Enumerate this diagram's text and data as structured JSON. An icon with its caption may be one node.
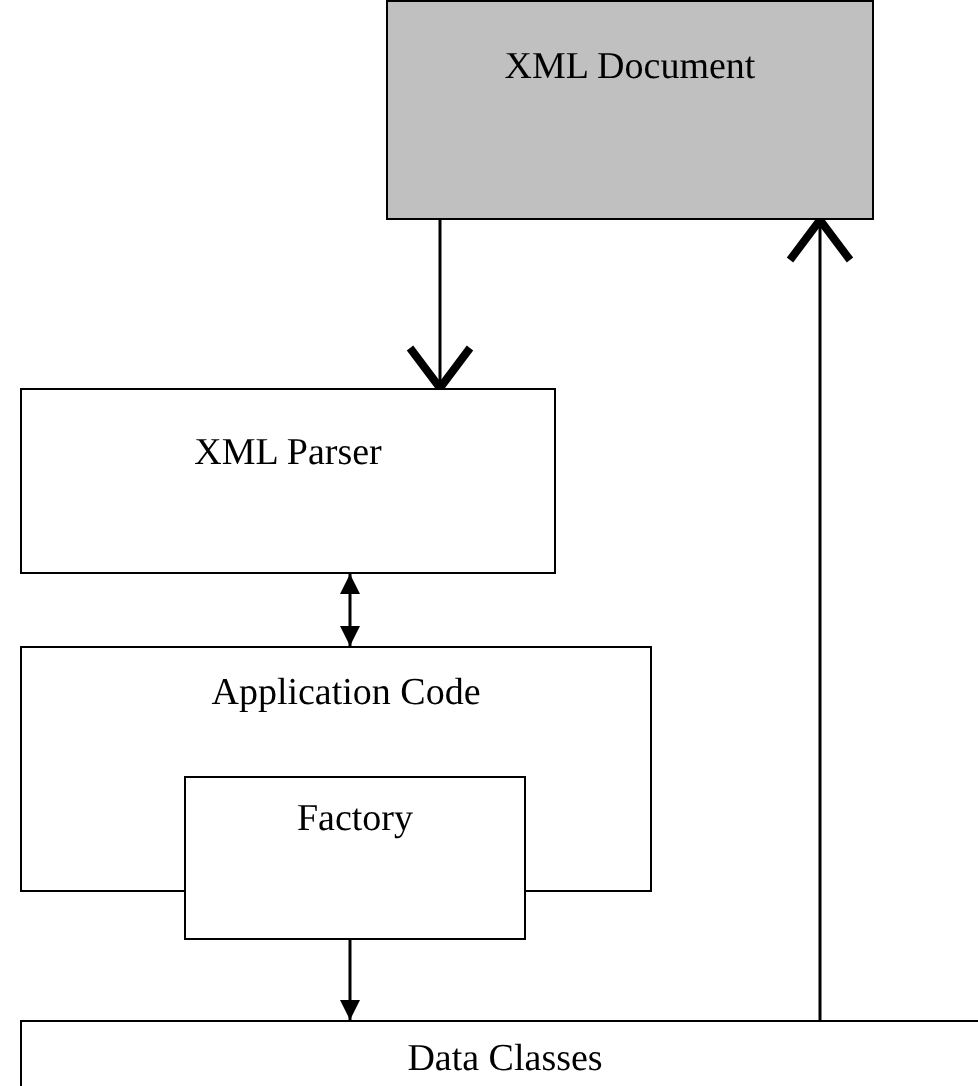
{
  "diagram": {
    "nodes": [
      {
        "text": [
          "XML Document"
        ]
      },
      {
        "text": [
          "XML Parser"
        ]
      },
      {
        "text": [
          "Application Code"
        ]
      },
      {
        "text": [
          "Factory"
        ]
      },
      {
        "text": [
          "Data Classes"
        ]
      }
    ],
    "edges": [
      {
        "from": 0,
        "to": 1,
        "arrow": "to"
      },
      {
        "from": 1,
        "to": 2,
        "arrow": "both"
      },
      {
        "from": 3,
        "to": 4,
        "arrow": "to"
      },
      {
        "from": 4,
        "to": 0,
        "arrow": "to"
      }
    ]
  }
}
